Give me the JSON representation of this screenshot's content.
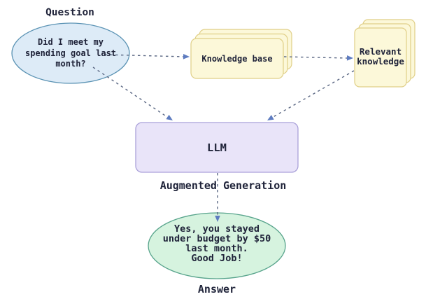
{
  "diagram": {
    "question_label": "Question",
    "question_text": "Did I meet my\nspending goal last\nmonth?",
    "knowledge_base_label": "Knowledge base",
    "relevant_knowledge_label": "Relevant\nknowledge",
    "llm_label": "LLM",
    "augmented_generation_label": "Augmented Generation",
    "answer_text": "Yes, you stayed\nunder budget by $50\nlast month.\nGood Job!",
    "answer_label": "Answer"
  },
  "colors": {
    "background": "#ffffff",
    "text": "#20243a",
    "question_fill": "#ddebf7",
    "question_stroke": "#5b93b4",
    "knowledge_fill": "#fcf8d9",
    "knowledge_stroke": "#e0cf87",
    "llm_fill": "#e9e4f9",
    "llm_stroke": "#aaa1d9",
    "answer_fill": "#d6f3df",
    "answer_stroke": "#58a48c",
    "edge_dash": "#5a6783",
    "edge_arrow": "#5e7cc0"
  },
  "edges": [
    {
      "from": "question",
      "to": "knowledge-base",
      "style": "dashed-arrow"
    },
    {
      "from": "knowledge-base",
      "to": "relevant-knowledge",
      "style": "dashed-arrow"
    },
    {
      "from": "question",
      "to": "llm",
      "style": "dashed-arrow"
    },
    {
      "from": "relevant-knowledge",
      "to": "llm",
      "style": "dashed-arrow"
    },
    {
      "from": "llm",
      "to": "answer",
      "style": "dashed-arrow",
      "label": "Augmented Generation"
    }
  ]
}
